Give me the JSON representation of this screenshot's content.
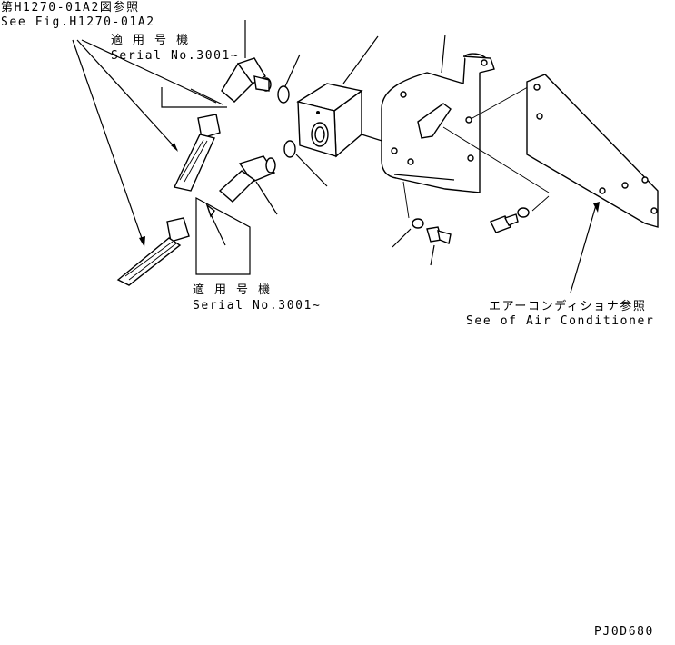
{
  "labels": {
    "ref_fig_jp": "第H1270-01A2図参照",
    "ref_fig_en": "See Fig.H1270-01A2",
    "serial_top_jp": "適 用 号 機",
    "serial_top_en": "Serial No.3001~",
    "serial_bottom_jp": "適 用 号 機",
    "serial_bottom_en": "Serial No.3001~",
    "aircon_jp": "エアーコンディショナ参照",
    "aircon_en": "See of Air Conditioner",
    "drawing_code": "PJ0D680"
  }
}
